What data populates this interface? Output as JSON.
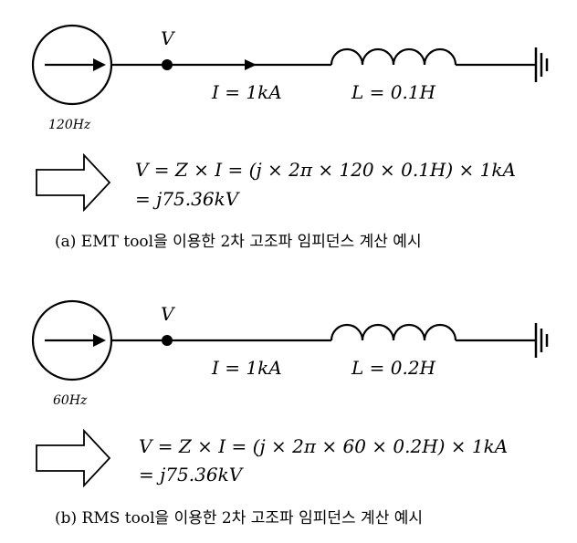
{
  "panels": [
    {
      "id": "a",
      "node_label": "V",
      "current_label": "I = 1kA",
      "inductor_label": "L =  0.1H",
      "source_freq": "120Hz",
      "equation_line1": "V = Z × I = (j × 2π × 120 × 0.1H) × 1kA",
      "equation_line2": "= j75.36kV",
      "caption": "(a) EMT tool을 이용한 2차 고조파 임피던스 계산 예시"
    },
    {
      "id": "b",
      "node_label": "V",
      "current_label": "I = 1kA",
      "inductor_label": "L =  0.2H",
      "source_freq": "60Hz",
      "equation_line1": "V = Z × I = (j × 2π × 60 × 0.2H) × 1kA",
      "equation_line2": "= j75.36kV",
      "caption": "(b) RMS tool을 이용한 2차 고조파 임피던스 계산 예시"
    }
  ]
}
